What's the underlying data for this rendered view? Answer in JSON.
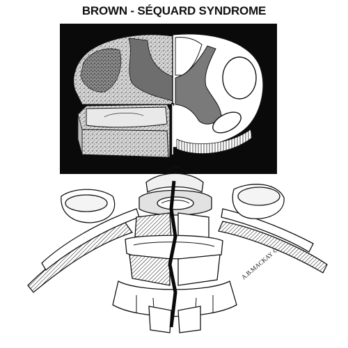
{
  "title": "BROWN - SÉQUARD SYNDROME",
  "signature": "A.B.MACKAY ©",
  "colors": {
    "ink": "#111111",
    "paper": "#ffffff",
    "lesion_gray": "#7a7a7a",
    "panel": "#0a0a0a"
  },
  "icons": [
    "spinal-cord-cross-section",
    "cervical-vertebra"
  ]
}
